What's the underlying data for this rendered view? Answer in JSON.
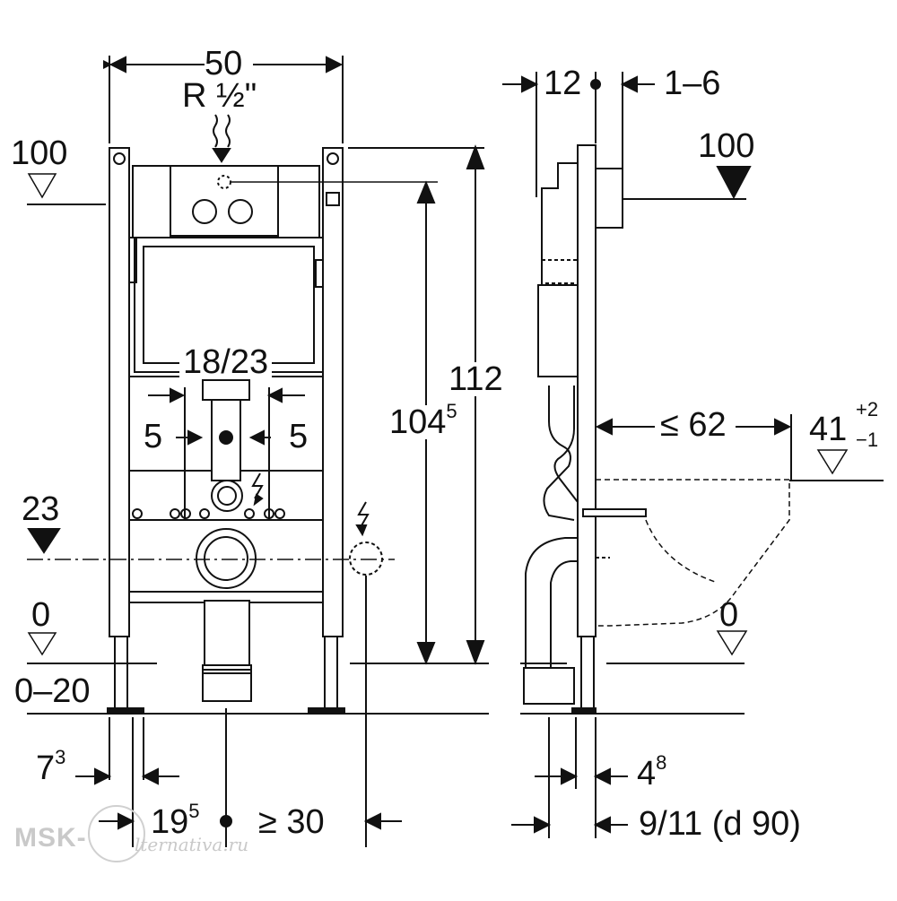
{
  "front": {
    "width": "50",
    "thread": "R ½\"",
    "mark_100": "100",
    "mark_23": "23",
    "mark_0": "0",
    "floor_range": "0–20",
    "spacing_18_23": "18/23",
    "offset_left": "5",
    "offset_right": "5",
    "height_104": "104",
    "height_104_sup": "5",
    "height_112": "112",
    "dim_7": "7",
    "dim_7_sup": "3",
    "dim_19": "19",
    "dim_19_sup": "5",
    "dim_min30": "≥ 30"
  },
  "side": {
    "dim_12": "12",
    "dim_1_6": "1–6",
    "mark_100": "100",
    "depth_62": "≤ 62",
    "mark_41": "41",
    "mark_41_plus": "+2",
    "mark_41_minus": "−1",
    "mark_0": "0",
    "dim_4": "4",
    "dim_4_sup": "8",
    "dim_9_11": "9/11 (d 90)"
  },
  "watermark": {
    "brand": "MSK-",
    "site": "lternativa.ru"
  },
  "colors": {
    "ink": "#111111",
    "frame": "#ffffff",
    "watermark": "#c9c9c9"
  }
}
